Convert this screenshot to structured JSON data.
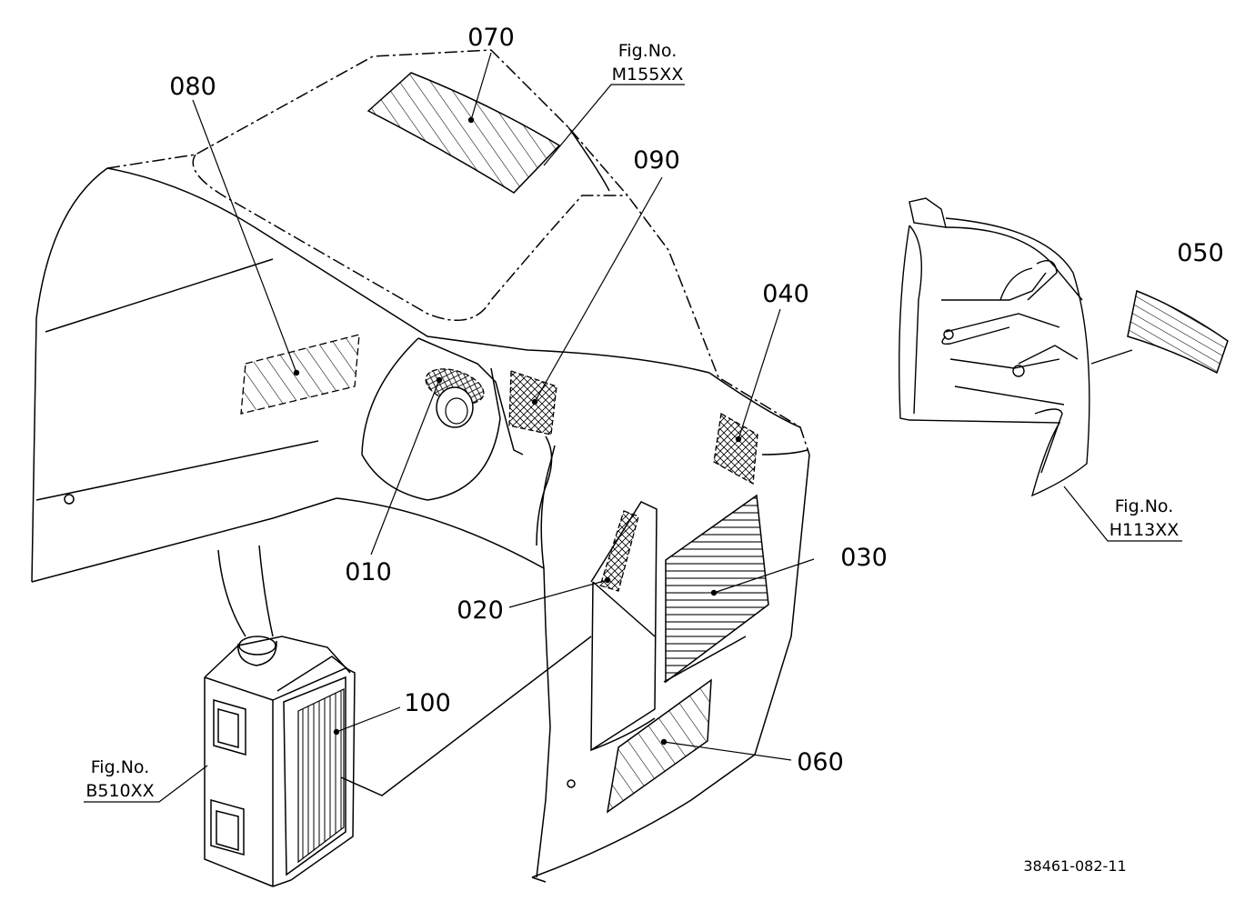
{
  "diagram": {
    "callouts": [
      {
        "id": "callout-070",
        "label": "070"
      },
      {
        "id": "callout-080",
        "label": "080"
      },
      {
        "id": "callout-090",
        "label": "090"
      },
      {
        "id": "callout-040",
        "label": "040"
      },
      {
        "id": "callout-050",
        "label": "050"
      },
      {
        "id": "callout-010",
        "label": "010"
      },
      {
        "id": "callout-030",
        "label": "030"
      },
      {
        "id": "callout-020",
        "label": "020"
      },
      {
        "id": "callout-100",
        "label": "100"
      },
      {
        "id": "callout-060",
        "label": "060"
      }
    ],
    "figure_refs": [
      {
        "id": "figref-m155xx",
        "caption": "Fig.No.",
        "code": "M155XX"
      },
      {
        "id": "figref-h113xx",
        "caption": "Fig.No.",
        "code": "H113XX"
      },
      {
        "id": "figref-b510xx",
        "caption": "Fig.No.",
        "code": "B510XX"
      }
    ],
    "document_id": "38461-082-11",
    "colors": {
      "line": "#000000",
      "background": "#ffffff"
    }
  }
}
